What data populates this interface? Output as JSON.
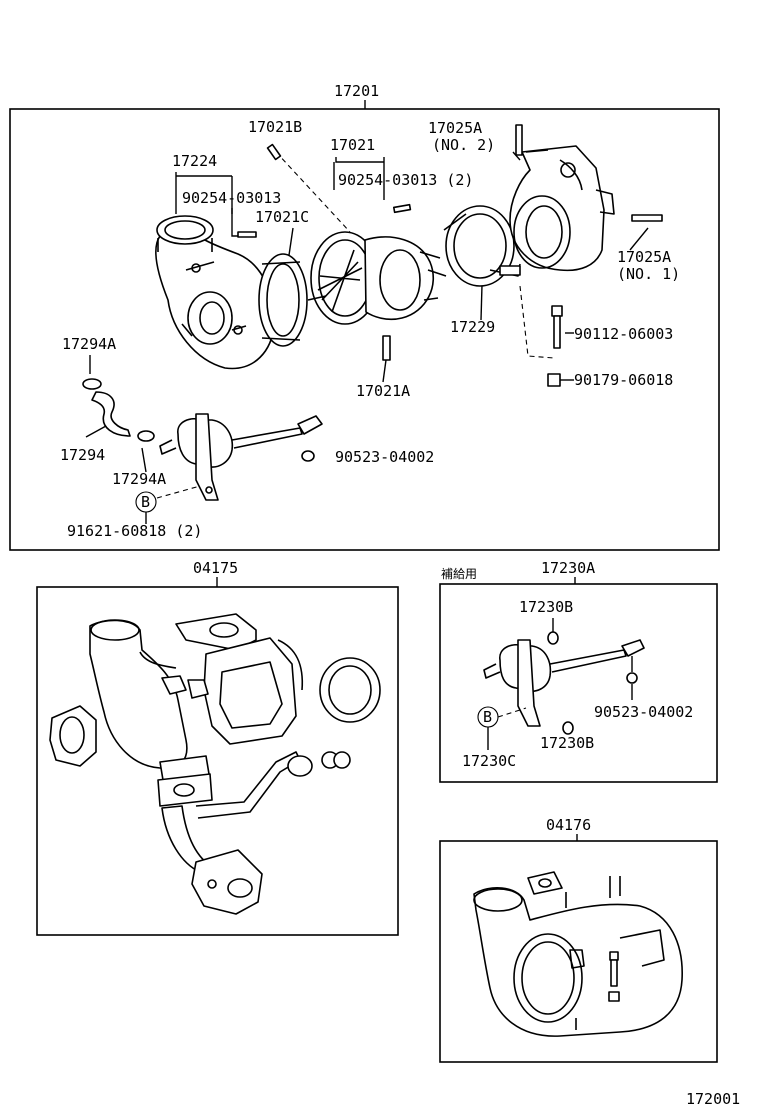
{
  "main_assembly": {
    "number": "17201",
    "labels": {
      "l_17021B": "17021B",
      "l_17021": "17021",
      "l_17025A_a": "17025A",
      "l_no2": "(NO. 2)",
      "l_17224": "17224",
      "l_90254_a": "90254-03013",
      "l_90254_b": "90254-03013 (2)",
      "l_17021C": "17021C",
      "l_17025A_b": "17025A",
      "l_no1": "(NO. 1)",
      "l_17229": "17229",
      "l_90112": "90112-06003",
      "l_17294A_a": "17294A",
      "l_17021A": "17021A",
      "l_90179": "90179-06018",
      "l_17294": "17294",
      "l_90523_a": "90523-04002",
      "l_17294A_b": "17294A",
      "l_B1": "B",
      "l_91621": "91621-60818 (2)"
    }
  },
  "gasket_kit": {
    "number": "04175"
  },
  "actuator_kit": {
    "supply_note": "補給用",
    "number": "17230A",
    "labels": {
      "l_17230B_a": "17230B",
      "l_90523_b": "90523-04002",
      "l_B2": "B",
      "l_17230B_b": "17230B",
      "l_17230C": "17230C"
    }
  },
  "housing_kit": {
    "number": "04176"
  },
  "page_code": "172001"
}
